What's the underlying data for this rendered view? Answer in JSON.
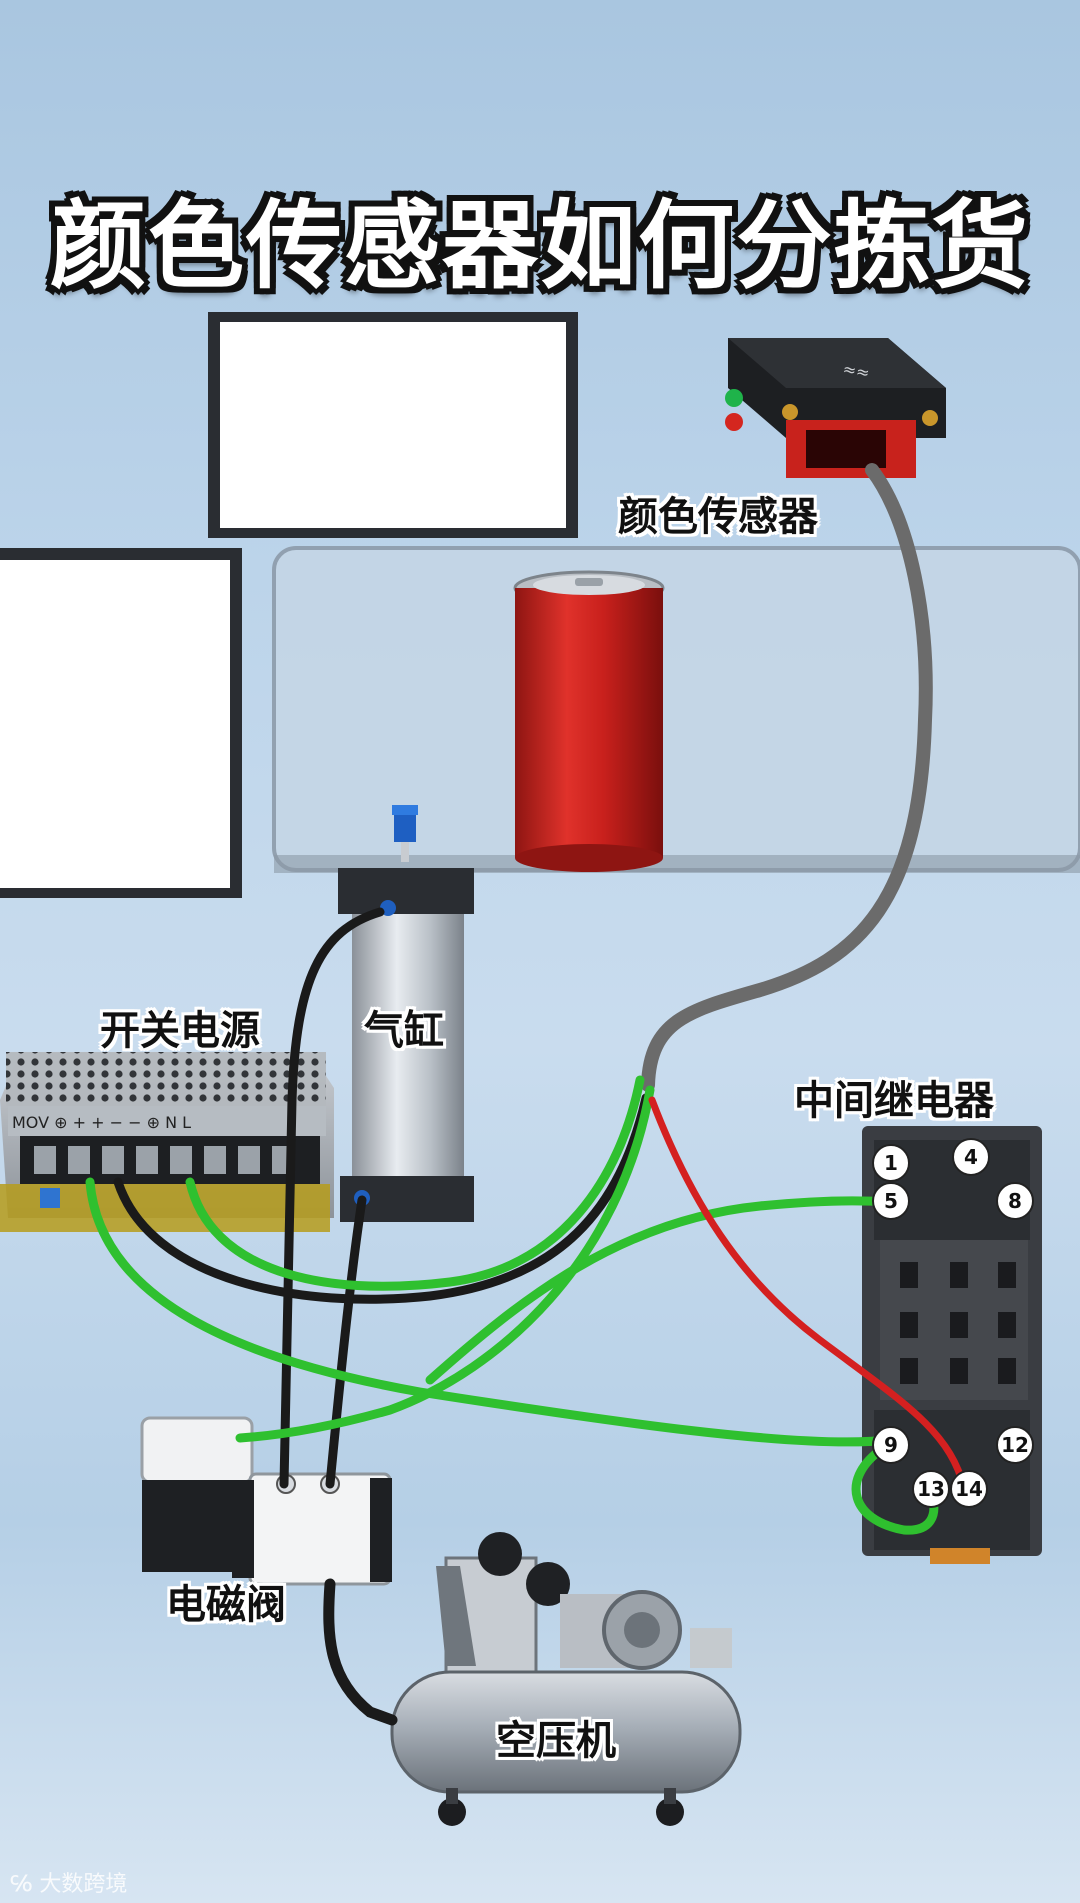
{
  "title": "颜色传感器如何分拣货",
  "components": {
    "color_sensor": "颜色传感器",
    "cylinder": "气缸",
    "power_supply": "开关电源",
    "relay": "中间继电器",
    "solenoid_valve": "电磁阀",
    "air_compressor": "空压机"
  },
  "relay_pins": [
    "1",
    "4",
    "5",
    "8",
    "9",
    "12",
    "13",
    "14"
  ],
  "watermark": "大数跨境",
  "colors": {
    "wire_green": "#2fc02f",
    "wire_black": "#1a1a1a",
    "wire_red": "#d42020",
    "sensor_cable": "#6b6b6b",
    "can_red": "#c8201c"
  }
}
